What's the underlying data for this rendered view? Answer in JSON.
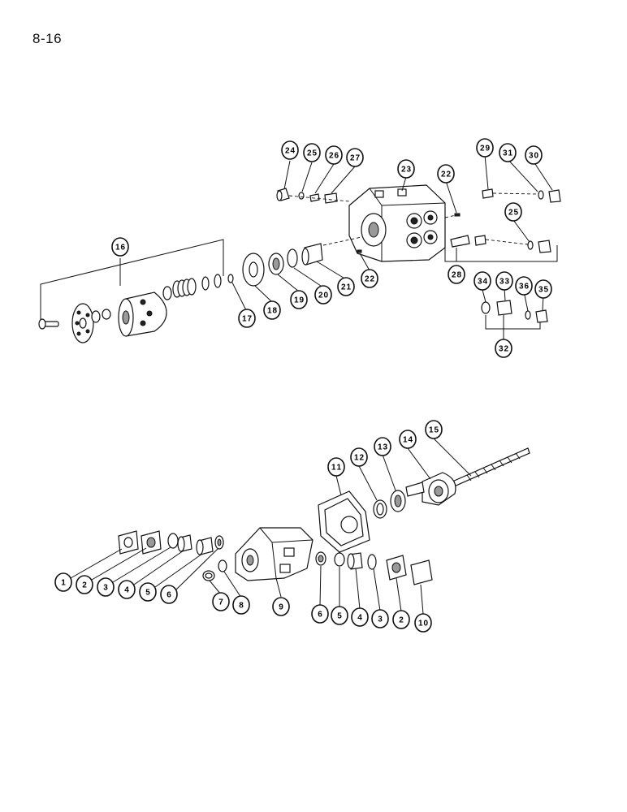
{
  "page_number": "8-16",
  "callouts": [
    {
      "id": "c1",
      "label": "1"
    },
    {
      "id": "c2a",
      "label": "2"
    },
    {
      "id": "c3a",
      "label": "3"
    },
    {
      "id": "c4a",
      "label": "4"
    },
    {
      "id": "c5a",
      "label": "5"
    },
    {
      "id": "c6a",
      "label": "6"
    },
    {
      "id": "c7",
      "label": "7"
    },
    {
      "id": "c8",
      "label": "8"
    },
    {
      "id": "c9",
      "label": "9"
    },
    {
      "id": "c6b",
      "label": "6"
    },
    {
      "id": "c5b",
      "label": "5"
    },
    {
      "id": "c4b",
      "label": "4"
    },
    {
      "id": "c3b",
      "label": "3"
    },
    {
      "id": "c2b",
      "label": "2"
    },
    {
      "id": "c10",
      "label": "10"
    },
    {
      "id": "c11",
      "label": "11"
    },
    {
      "id": "c12",
      "label": "12"
    },
    {
      "id": "c13",
      "label": "13"
    },
    {
      "id": "c14",
      "label": "14"
    },
    {
      "id": "c15",
      "label": "15"
    },
    {
      "id": "c16",
      "label": "16"
    },
    {
      "id": "c17",
      "label": "17"
    },
    {
      "id": "c18",
      "label": "18"
    },
    {
      "id": "c19",
      "label": "19"
    },
    {
      "id": "c20",
      "label": "20"
    },
    {
      "id": "c21",
      "label": "21"
    },
    {
      "id": "c22a",
      "label": "22"
    },
    {
      "id": "c22b",
      "label": "22"
    },
    {
      "id": "c23",
      "label": "23"
    },
    {
      "id": "c24",
      "label": "24"
    },
    {
      "id": "c25a",
      "label": "25"
    },
    {
      "id": "c26",
      "label": "26"
    },
    {
      "id": "c27",
      "label": "27"
    },
    {
      "id": "c25b",
      "label": "25"
    },
    {
      "id": "c28",
      "label": "28"
    },
    {
      "id": "c29",
      "label": "29"
    },
    {
      "id": "c30",
      "label": "30"
    },
    {
      "id": "c31",
      "label": "31"
    },
    {
      "id": "c32",
      "label": "32"
    },
    {
      "id": "c33",
      "label": "33"
    },
    {
      "id": "c34",
      "label": "34"
    },
    {
      "id": "c35",
      "label": "35"
    },
    {
      "id": "c36",
      "label": "36"
    }
  ]
}
